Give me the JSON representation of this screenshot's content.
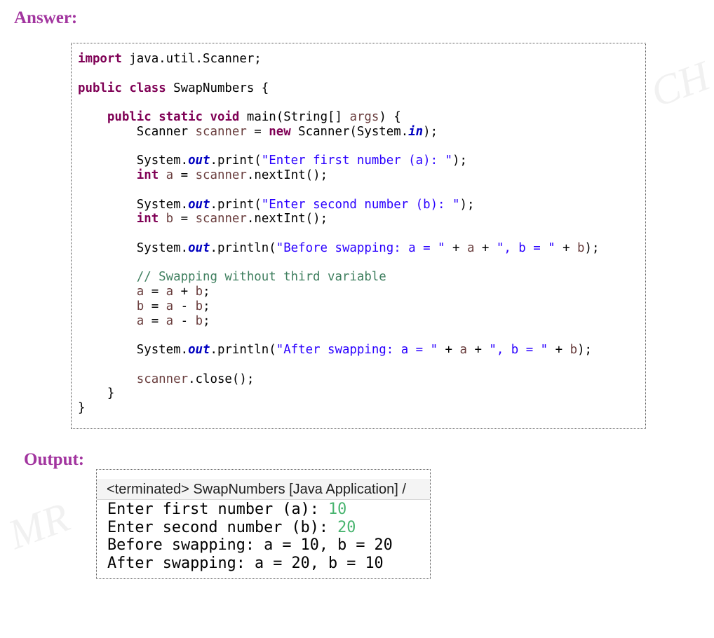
{
  "headings": {
    "answer": "Answer:",
    "output": "Output:"
  },
  "watermark": {
    "top_right": "CH",
    "bottom_left": "MR"
  },
  "colors": {
    "heading": "#a2359f",
    "keyword": "#7f0055",
    "variable": "#6a3e3e",
    "string": "#2a00ff",
    "field": "#0000c0",
    "comment": "#3f7f5f",
    "user_input": "#48b46f"
  },
  "code_lines": [
    [
      [
        "kw",
        "import"
      ],
      [
        "t",
        " java.util.Scanner;"
      ]
    ],
    [],
    [
      [
        "kw",
        "public"
      ],
      [
        "t",
        " "
      ],
      [
        "kw",
        "class"
      ],
      [
        "t",
        " SwapNumbers {"
      ]
    ],
    [],
    [
      [
        "t",
        "    "
      ],
      [
        "kw",
        "public"
      ],
      [
        "t",
        " "
      ],
      [
        "kw",
        "static"
      ],
      [
        "t",
        " "
      ],
      [
        "kw",
        "void"
      ],
      [
        "t",
        " main(String[] "
      ],
      [
        "var",
        "args"
      ],
      [
        "t",
        ") {"
      ]
    ],
    [
      [
        "t",
        "        Scanner "
      ],
      [
        "var",
        "scanner"
      ],
      [
        "t",
        " = "
      ],
      [
        "kw",
        "new"
      ],
      [
        "t",
        " Scanner(System."
      ],
      [
        "fld",
        "in"
      ],
      [
        "t",
        ");"
      ]
    ],
    [],
    [
      [
        "t",
        "        System."
      ],
      [
        "fld",
        "out"
      ],
      [
        "t",
        ".print("
      ],
      [
        "str",
        "\"Enter first number (a): \""
      ],
      [
        "t",
        ");"
      ]
    ],
    [
      [
        "t",
        "        "
      ],
      [
        "kw",
        "int"
      ],
      [
        "t",
        " "
      ],
      [
        "var",
        "a"
      ],
      [
        "t",
        " = "
      ],
      [
        "var",
        "scanner"
      ],
      [
        "t",
        ".nextInt();"
      ]
    ],
    [],
    [
      [
        "t",
        "        System."
      ],
      [
        "fld",
        "out"
      ],
      [
        "t",
        ".print("
      ],
      [
        "str",
        "\"Enter second number (b): \""
      ],
      [
        "t",
        ");"
      ]
    ],
    [
      [
        "t",
        "        "
      ],
      [
        "kw",
        "int"
      ],
      [
        "t",
        " "
      ],
      [
        "var",
        "b"
      ],
      [
        "t",
        " = "
      ],
      [
        "var",
        "scanner"
      ],
      [
        "t",
        ".nextInt();"
      ]
    ],
    [],
    [
      [
        "t",
        "        System."
      ],
      [
        "fld",
        "out"
      ],
      [
        "t",
        ".println("
      ],
      [
        "str",
        "\"Before swapping: a = \""
      ],
      [
        "t",
        " + "
      ],
      [
        "var",
        "a"
      ],
      [
        "t",
        " + "
      ],
      [
        "str",
        "\", b = \""
      ],
      [
        "t",
        " + "
      ],
      [
        "var",
        "b"
      ],
      [
        "t",
        ");"
      ]
    ],
    [],
    [
      [
        "t",
        "        "
      ],
      [
        "cmt",
        "// Swapping without third variable"
      ]
    ],
    [
      [
        "t",
        "        "
      ],
      [
        "var",
        "a"
      ],
      [
        "t",
        " = "
      ],
      [
        "var",
        "a"
      ],
      [
        "t",
        " + "
      ],
      [
        "var",
        "b"
      ],
      [
        "t",
        ";"
      ]
    ],
    [
      [
        "t",
        "        "
      ],
      [
        "var",
        "b"
      ],
      [
        "t",
        " = "
      ],
      [
        "var",
        "a"
      ],
      [
        "t",
        " - "
      ],
      [
        "var",
        "b"
      ],
      [
        "t",
        ";"
      ]
    ],
    [
      [
        "t",
        "        "
      ],
      [
        "var",
        "a"
      ],
      [
        "t",
        " = "
      ],
      [
        "var",
        "a"
      ],
      [
        "t",
        " - "
      ],
      [
        "var",
        "b"
      ],
      [
        "t",
        ";"
      ]
    ],
    [],
    [
      [
        "t",
        "        System."
      ],
      [
        "fld",
        "out"
      ],
      [
        "t",
        ".println("
      ],
      [
        "str",
        "\"After swapping: a = \""
      ],
      [
        "t",
        " + "
      ],
      [
        "var",
        "a"
      ],
      [
        "t",
        " + "
      ],
      [
        "str",
        "\", b = \""
      ],
      [
        "t",
        " + "
      ],
      [
        "var",
        "b"
      ],
      [
        "t",
        ");"
      ]
    ],
    [],
    [
      [
        "t",
        "        "
      ],
      [
        "var",
        "scanner"
      ],
      [
        "t",
        ".close();"
      ]
    ],
    [
      [
        "t",
        "    }"
      ]
    ],
    [
      [
        "t",
        "}"
      ]
    ]
  ],
  "console": {
    "header": "<terminated> SwapNumbers [Java Application] /",
    "lines": [
      [
        [
          "t",
          "Enter first number (a): "
        ],
        [
          "in",
          "10"
        ]
      ],
      [
        [
          "t",
          "Enter second number (b): "
        ],
        [
          "in",
          "20"
        ]
      ],
      [
        [
          "t",
          "Before swapping: a = 10, b = 20"
        ]
      ],
      [
        [
          "t",
          "After swapping: a = 20, b = 10"
        ]
      ]
    ]
  }
}
